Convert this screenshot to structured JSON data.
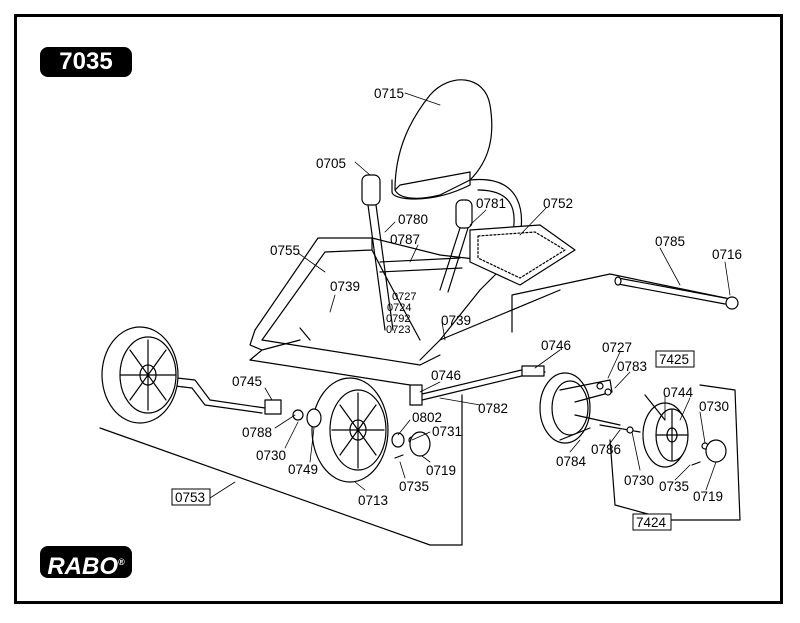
{
  "model_number": "7035",
  "brand": "RABO",
  "brand_mark": "®",
  "parts": {
    "p0715": "0715",
    "p0705": "0705",
    "p0780": "0780",
    "p0781": "0781",
    "p0752": "0752",
    "p0787": "0787",
    "p0755": "0755",
    "p0785": "0785",
    "p0716": "0716",
    "p0739a": "0739",
    "p0727a": "0727",
    "p0724": "0724",
    "p0792": "0792",
    "p0723": "0723",
    "p0739b": "0739",
    "p0746a": "0746",
    "p0727b": "0727",
    "p0783": "0783",
    "p7425": "7425",
    "p0744": "0744",
    "p0730a": "0730",
    "p0745": "0745",
    "p0746b": "0746",
    "p0782": "0782",
    "p0802": "0802",
    "p0731": "0731",
    "p0788": "0788",
    "p0730b": "0730",
    "p0749": "0749",
    "p0719a": "0719",
    "p0735a": "0735",
    "p0713": "0713",
    "p0753": "0753",
    "p0784": "0784",
    "p0786": "0786",
    "p0730c": "0730",
    "p0735b": "0735",
    "p0719b": "0719",
    "p7424": "7424"
  }
}
